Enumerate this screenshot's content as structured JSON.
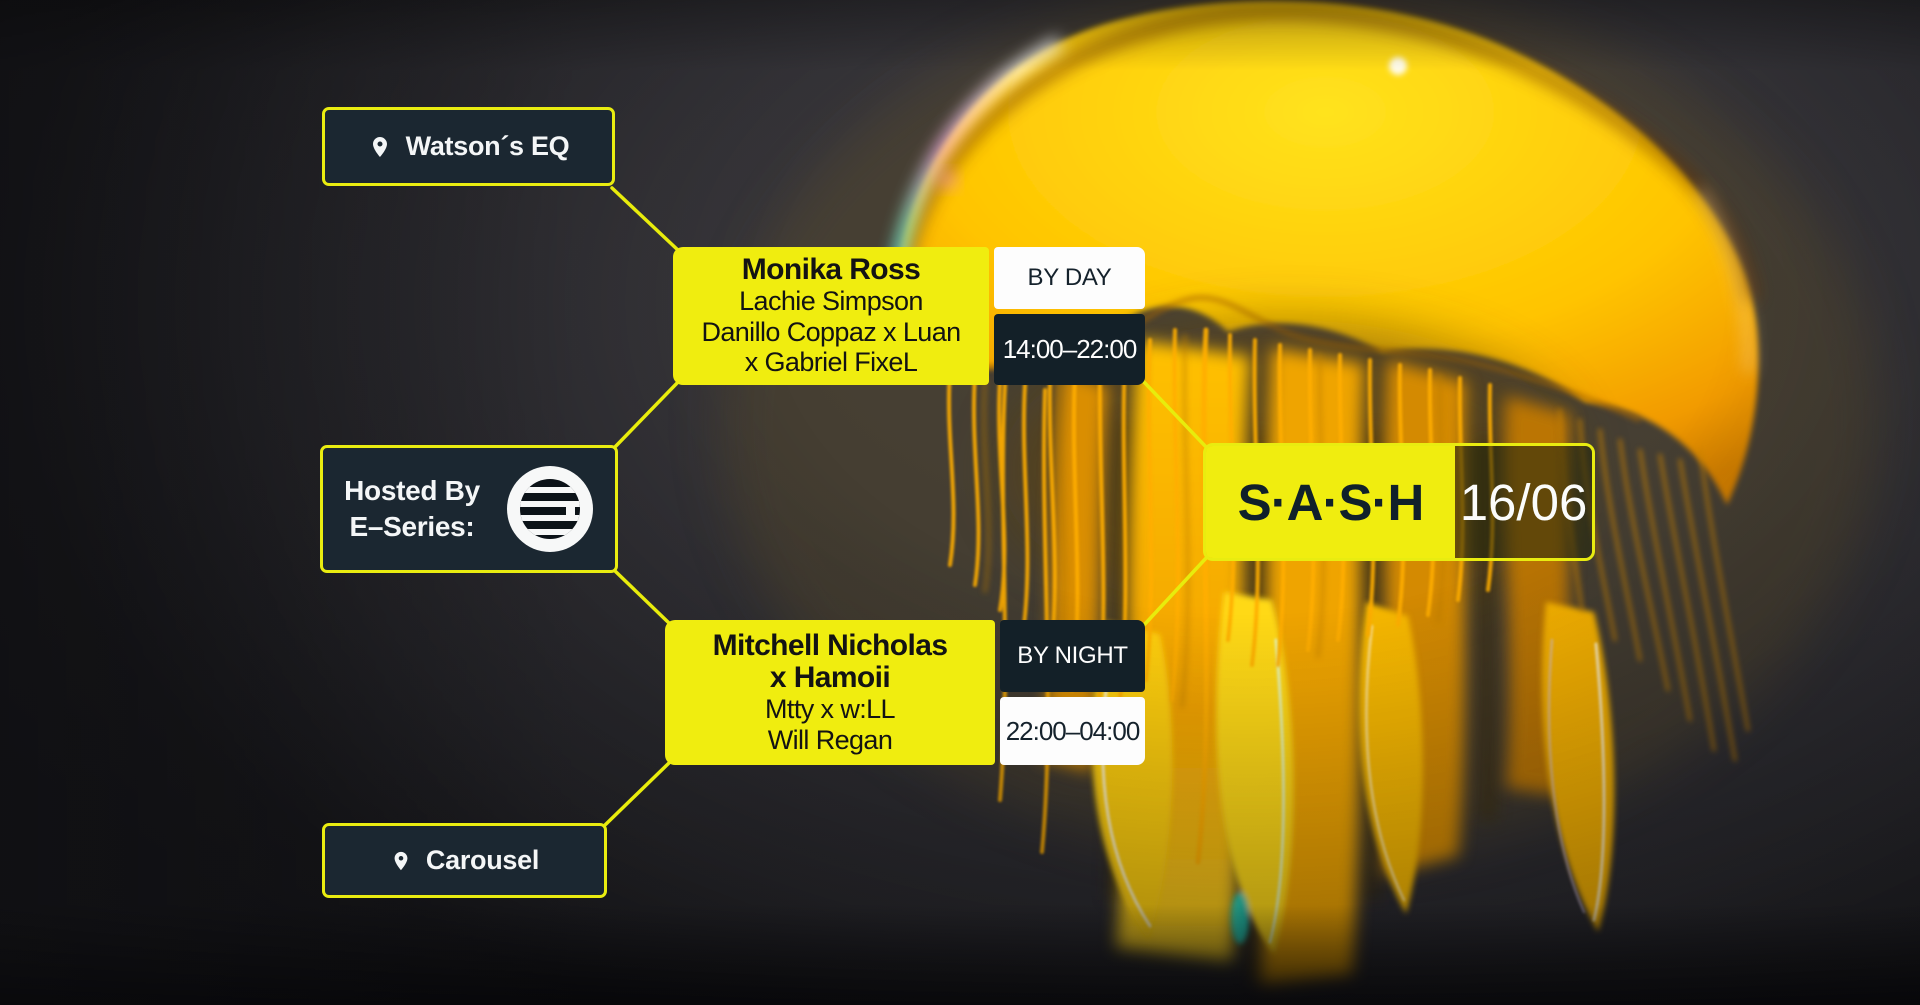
{
  "colors": {
    "accent_yellow": "#F0ED0F",
    "panel_dark": "#15222C",
    "panel_white": "#FFFFFF",
    "text_dark": "#10202A"
  },
  "venues": {
    "day": {
      "label": "Watson´s EQ"
    },
    "night": {
      "label": "Carousel"
    }
  },
  "host": {
    "line1": "Hosted By",
    "line2": "E–Series:"
  },
  "event": {
    "name": "S·A·S·H",
    "date": "16/06"
  },
  "day": {
    "headliner": "Monika Ross",
    "acts": [
      "Lachie Simpson",
      "Danillo Coppaz x Luan",
      "x Gabriel FixeL"
    ],
    "session_label": "BY DAY",
    "time": "14:00–22:00"
  },
  "night": {
    "headliner_line1": "Mitchell Nicholas",
    "headliner_line2": "x Hamoii",
    "acts": [
      "Mtty x w:LL",
      "Will Regan"
    ],
    "session_label": "BY NIGHT",
    "time": "22:00–04:00"
  }
}
